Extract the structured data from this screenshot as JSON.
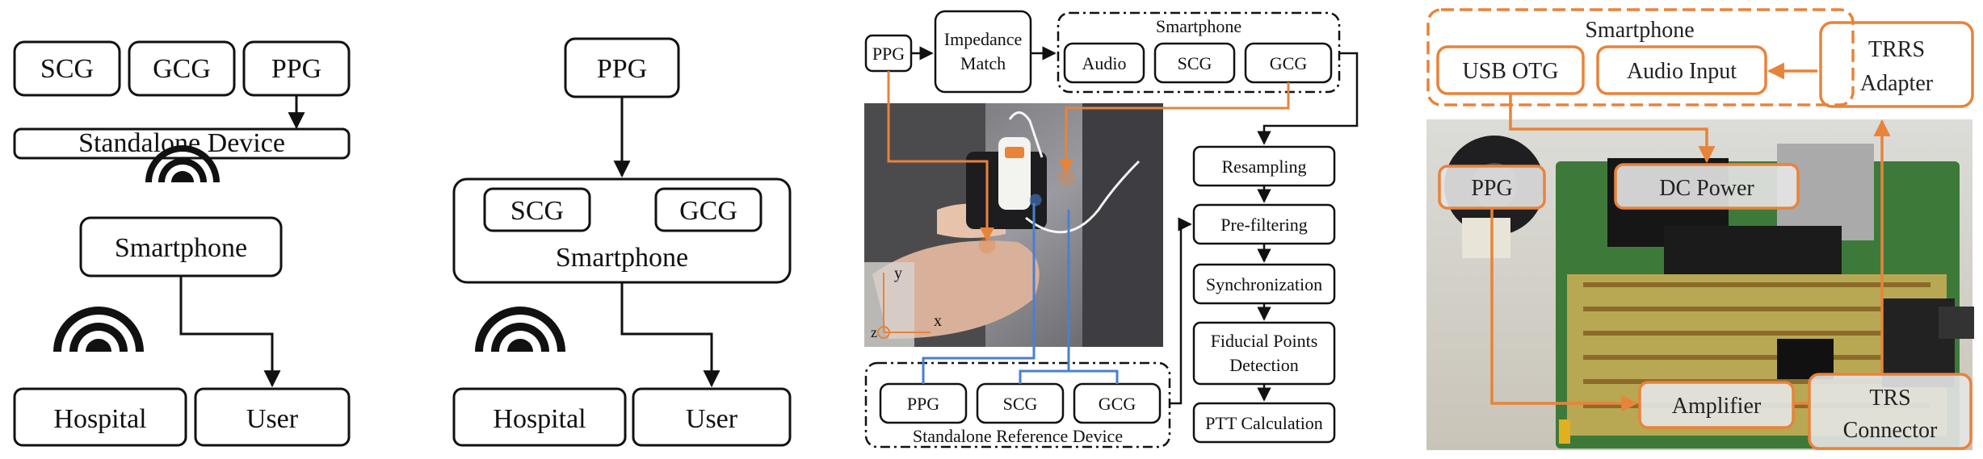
{
  "panel_a": {
    "sensors": [
      "SCG",
      "GCG",
      "PPG"
    ],
    "device": "Standalone Device",
    "phone": "Smartphone",
    "hospital": "Hospital",
    "user": "User"
  },
  "panel_b": {
    "ppg": "PPG",
    "scg": "SCG",
    "gcg": "GCG",
    "phone": "Smartphone",
    "hospital": "Hospital",
    "user": "User"
  },
  "panel_c": {
    "ppg": "PPG",
    "impedance_line1": "Impedance",
    "impedance_line2": "Match",
    "smartphone_title": "Smartphone",
    "phone_items": [
      "Audio",
      "SCG",
      "GCG"
    ],
    "pipeline": [
      "Resampling",
      "Pre-filtering",
      "Synchronization"
    ],
    "fiducial_line1": "Fiducial Points",
    "fiducial_line2": "Detection",
    "ptt": "PTT Calculation",
    "ref_items": [
      "PPG",
      "SCG",
      "GCG"
    ],
    "ref_title": "Standalone Reference Device",
    "axis_y": "y",
    "axis_x": "x",
    "axis_z": "z"
  },
  "panel_d": {
    "smartphone_title": "Smartphone",
    "usb_otg": "USB OTG",
    "audio_input": "Audio  Input",
    "trrs_line1": "TRRS",
    "trrs_line2": "Adapter",
    "ppg": "PPG",
    "dc_power": "DC Power",
    "amplifier": "Amplifier",
    "trs_line1": "TRS",
    "trs_line2": "Connector"
  },
  "colors": {
    "orange": "#e8833a",
    "blue": "#4a7fd0",
    "black": "#111111"
  }
}
